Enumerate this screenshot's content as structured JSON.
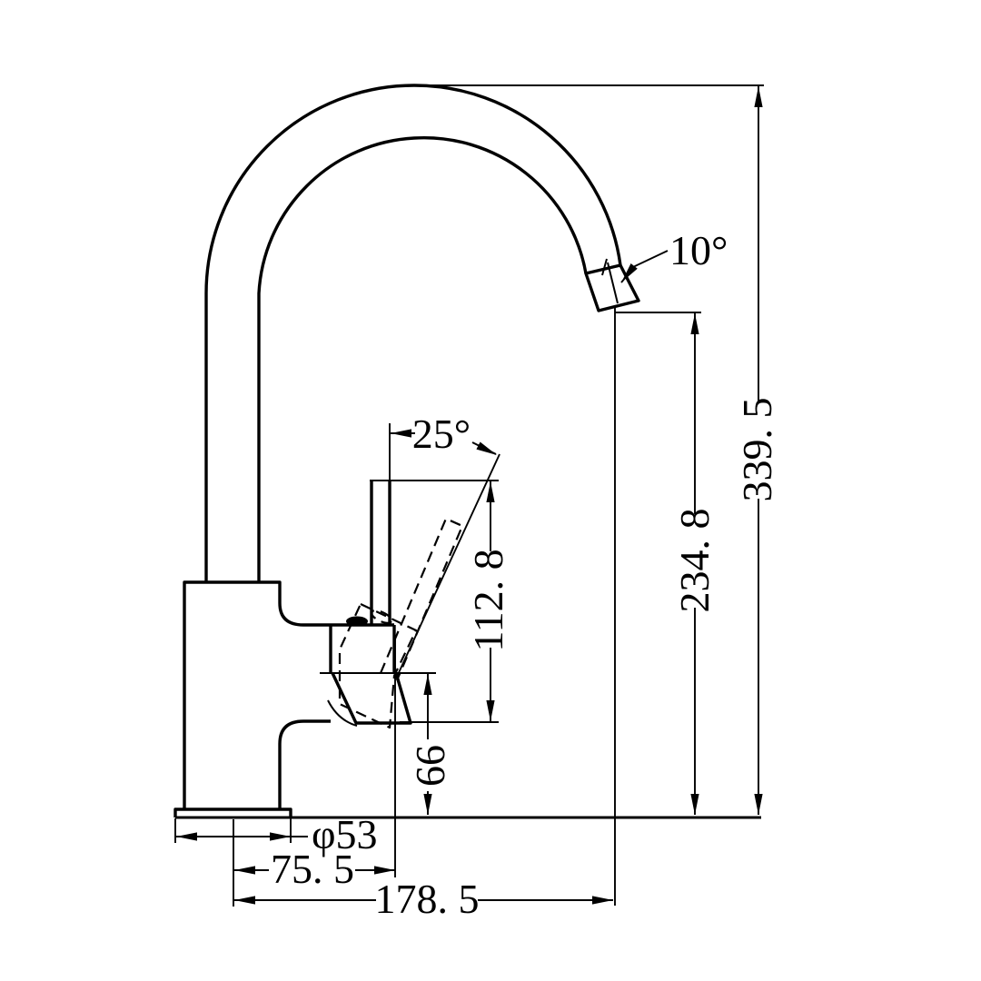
{
  "meta": {
    "drawing_type": "faucet-technical-drawing",
    "view": "side-elevation-with-dimensions",
    "background_color": "#ffffff",
    "line_color": "#000000"
  },
  "dims": {
    "overall_height": "339. 5",
    "outlet_height": "234. 8",
    "handle_length": "112. 8",
    "body_height": "66",
    "base_diameter": "φ53",
    "handle_offset": "75. 5",
    "spout_reach": "178. 5",
    "outlet_angle": "10°",
    "handle_angle": "25°"
  }
}
